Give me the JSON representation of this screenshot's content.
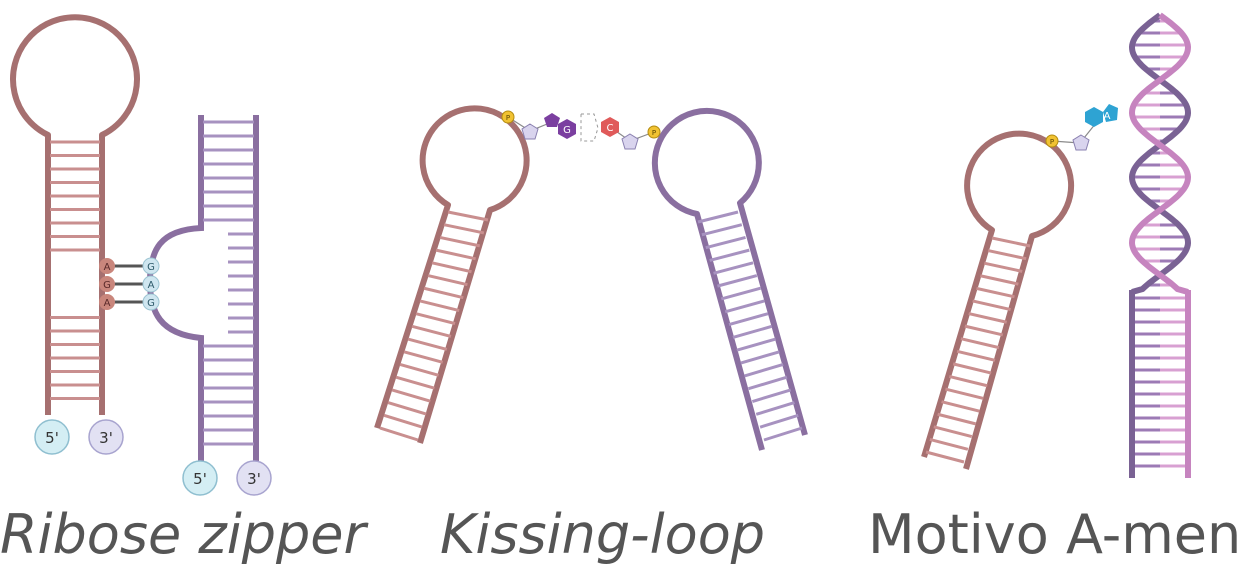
{
  "colors": {
    "red_strand": "#a67070",
    "purple_strand": "#8a6fa0",
    "helix_pink": "#c684bf",
    "helix_purple": "#7a6294",
    "nt_red": "#c9867c",
    "nt_blue": "#cfe6f0",
    "prime5_fill": "#d4eef4",
    "prime3_fill": "#e2e1f3",
    "phosphate": "#f1c232",
    "sugar": "#d9d4ee",
    "base_G": "#7b3fa0",
    "base_C": "#e05a5a",
    "base_A": "#2ea3d3",
    "caption": "#555555"
  },
  "panels": {
    "ribose_zipper": {
      "caption": "Ribose zipper",
      "left_bases": [
        "A",
        "G",
        "A"
      ],
      "right_bases": [
        "G",
        "A",
        "G"
      ],
      "hairpin_ends": [
        "5'",
        "3'"
      ],
      "strand_ends": [
        "5'",
        "3'"
      ]
    },
    "kissing_loop": {
      "caption": "Kissing-loop",
      "phosphate_label": "P",
      "base_left": "G",
      "base_right": "C"
    },
    "a_minor": {
      "caption": "Motivo A-menor",
      "phosphate_label": "P",
      "base": "A"
    }
  }
}
